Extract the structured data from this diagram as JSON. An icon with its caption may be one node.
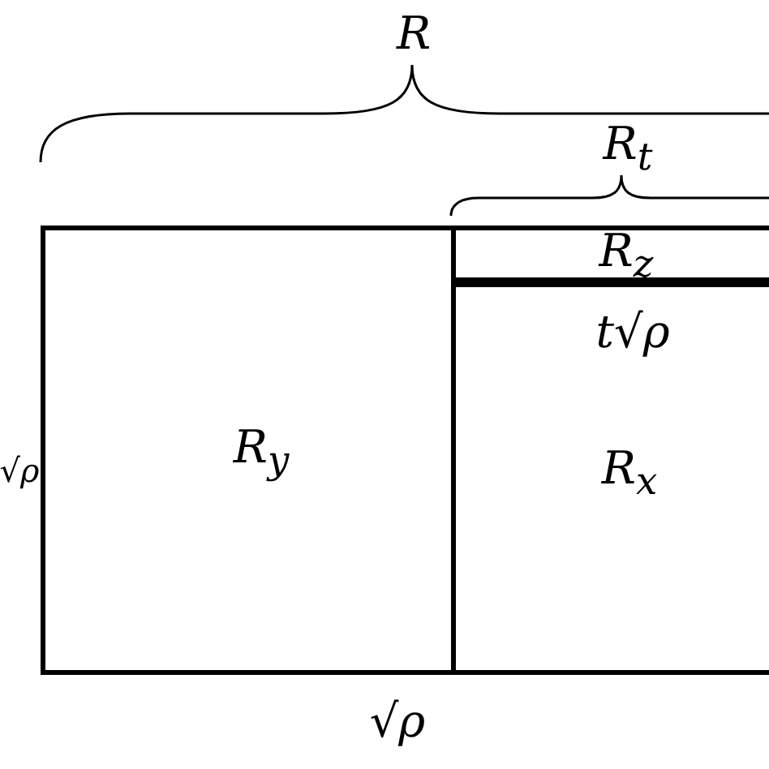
{
  "diagram": {
    "nodes": [
      {
        "text": [
          "R$_{y}$"
        ]
      },
      {
        "text": [
          "R$_{z}$"
        ]
      },
      {
        "text": [
          "R$_{x}$"
        ]
      }
    ],
    "labels": [
      "R",
      "R$_{t}$",
      "√ρ",
      "t√ρ",
      "√ρ"
    ]
  }
}
